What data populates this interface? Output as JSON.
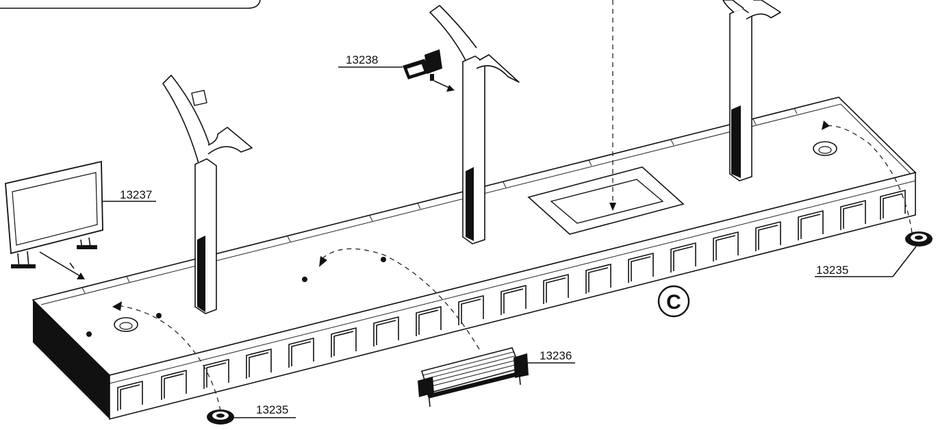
{
  "labels": {
    "sign": "13237",
    "camera": "13238",
    "bench": "13236",
    "base_front": "13235",
    "base_right": "13235",
    "callout": "C"
  }
}
